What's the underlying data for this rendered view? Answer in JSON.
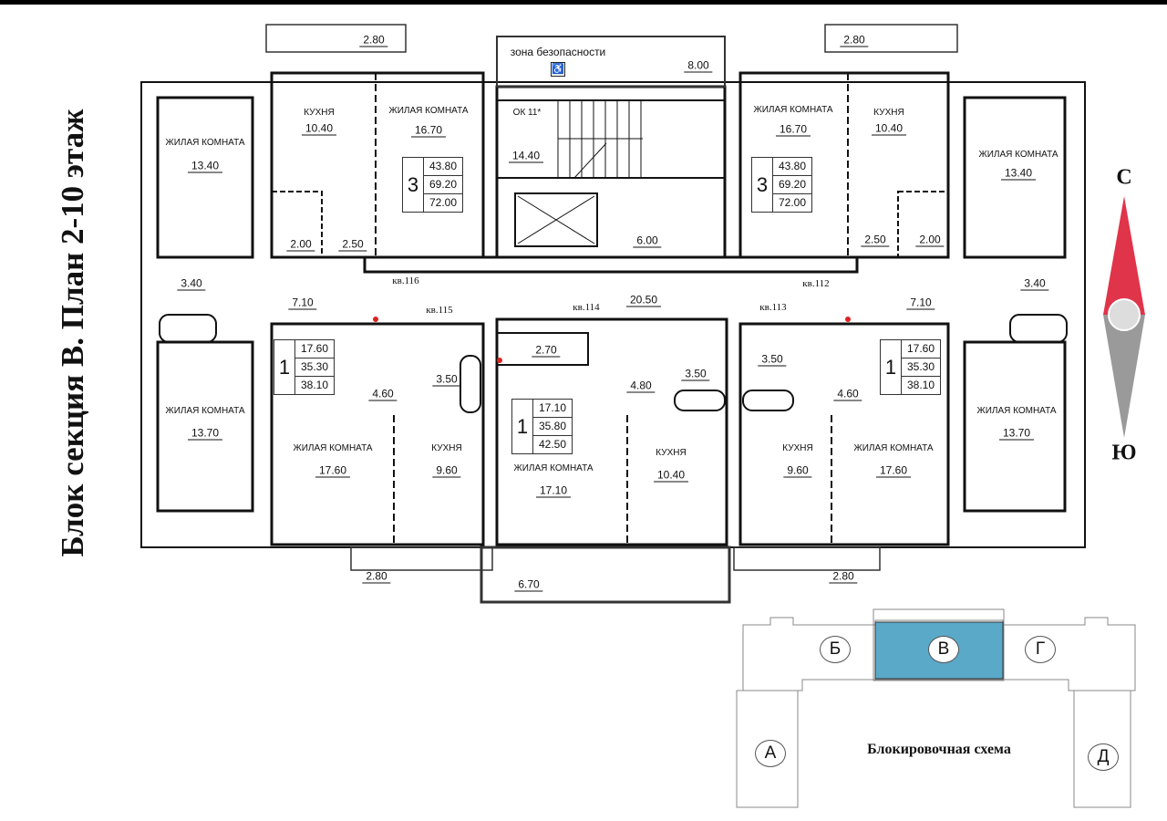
{
  "title": "Блок секция В. План 2-10 этаж",
  "compass": {
    "north": "С",
    "south": "Ю",
    "north_color": "#e0344a",
    "south_color": "#9a9a9a"
  },
  "common": {
    "safety_zone": "зона безопасности",
    "safety_icon": "wheelchair-icon",
    "balcony_area": "8.00",
    "stair_label": "ОК 11*",
    "stair_area": "14.40",
    "lift_hall": "6.00",
    "corridor": "20.50",
    "storage": "2.70",
    "entrance_area": "6.70"
  },
  "apartments_tags": {
    "kv116": "кв.116",
    "kv115": "кв.115",
    "kv114": "кв.114",
    "kv113": "кв.113",
    "kv112": "кв.112"
  },
  "room_names": {
    "living": "ЖИЛАЯ КОМНАТА",
    "kitchen": "КУХНЯ"
  },
  "left3": {
    "balcony": "2.80",
    "living1": "13.40",
    "kitchen": "10.40",
    "living2": "16.70",
    "bath": "2.00",
    "hall": "2.50",
    "bathroom": "3.40",
    "corridor": "7.10",
    "rooms": "3",
    "living_area": "43.80",
    "total": "69.20",
    "total_balc": "72.00"
  },
  "left1": {
    "living_side": "13.70",
    "hall": "4.60",
    "bath": "3.50",
    "living": "17.60",
    "kitchen": "9.60",
    "balcony": "2.80",
    "rooms": "1",
    "living_area": "17.60",
    "total": "35.30",
    "total_balc": "38.10"
  },
  "center1": {
    "hall": "4.80",
    "bath": "3.50",
    "living": "17.10",
    "kitchen": "10.40",
    "rooms": "1",
    "living_area": "17.10",
    "total": "35.80",
    "total_balc": "42.50"
  },
  "right1": {
    "living_side": "13.70",
    "hall": "4.60",
    "bath": "3.50",
    "living": "17.60",
    "kitchen": "9.60",
    "balcony": "2.80",
    "rooms": "1",
    "living_area": "17.60",
    "total": "35.30",
    "total_balc": "38.10"
  },
  "right3": {
    "balcony": "2.80",
    "living1": "13.40",
    "kitchen": "10.40",
    "living2": "16.70",
    "bath": "2.00",
    "hall": "2.50",
    "bathroom": "3.40",
    "corridor": "7.10",
    "rooms": "3",
    "living_area": "43.80",
    "total": "69.20",
    "total_balc": "72.00"
  },
  "scheme": {
    "title": "Блокировочная схема",
    "sections": [
      "А",
      "Б",
      "В",
      "Г",
      "Д"
    ],
    "highlight": "В",
    "highlight_color": "#5aa9c9"
  }
}
